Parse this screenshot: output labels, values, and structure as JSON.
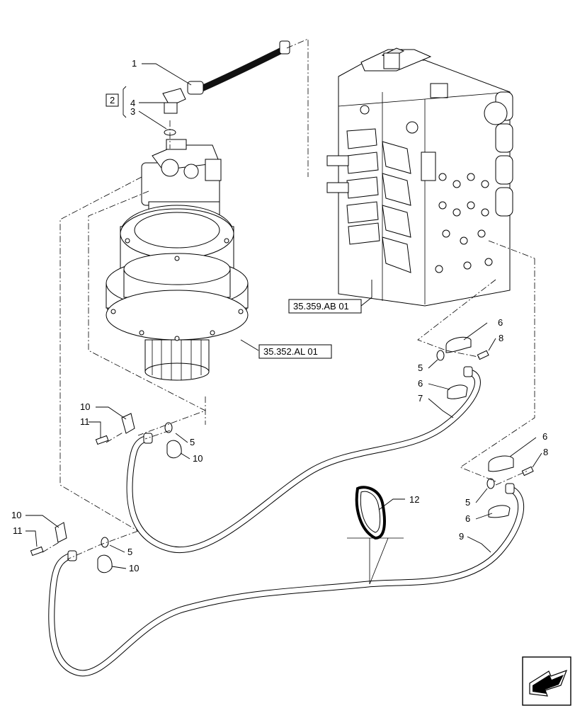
{
  "callouts": {
    "c1": "1",
    "c2": "2",
    "c3": "3",
    "c4": "4",
    "c5a": "5",
    "c5b": "5",
    "c5c": "5",
    "c5d": "5",
    "c6a": "6",
    "c6b": "6",
    "c6c": "6",
    "c6d": "6",
    "c7": "7",
    "c8a": "8",
    "c8b": "8",
    "c9": "9",
    "c10a": "10",
    "c10b": "10",
    "c10c": "10",
    "c10d": "10",
    "c11a": "11",
    "c11b": "11",
    "c12": "12"
  },
  "references": {
    "control_valve": "35.359.AB 01",
    "swing_motor": "35.352.AL 01"
  },
  "icons": {
    "navigation": "next-page-arrow-icon"
  }
}
